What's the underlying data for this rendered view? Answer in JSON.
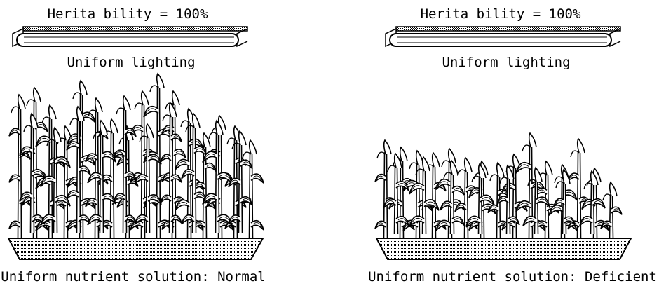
{
  "panels": [
    {
      "heritability": "Herita bility = 100%",
      "lighting": "Uniform lighting",
      "nutrient": "Uniform nutrient solution: Normal",
      "growth": "normal"
    },
    {
      "heritability": "Herita bility = 100%",
      "lighting": "Uniform lighting",
      "nutrient": "Uniform nutrient solution: Deficient",
      "growth": "stunted"
    }
  ],
  "icons": {
    "lamp": "fluorescent-lamp-icon",
    "plant": "corn-plant-icon",
    "tray": "nutrient-tray-icon"
  }
}
